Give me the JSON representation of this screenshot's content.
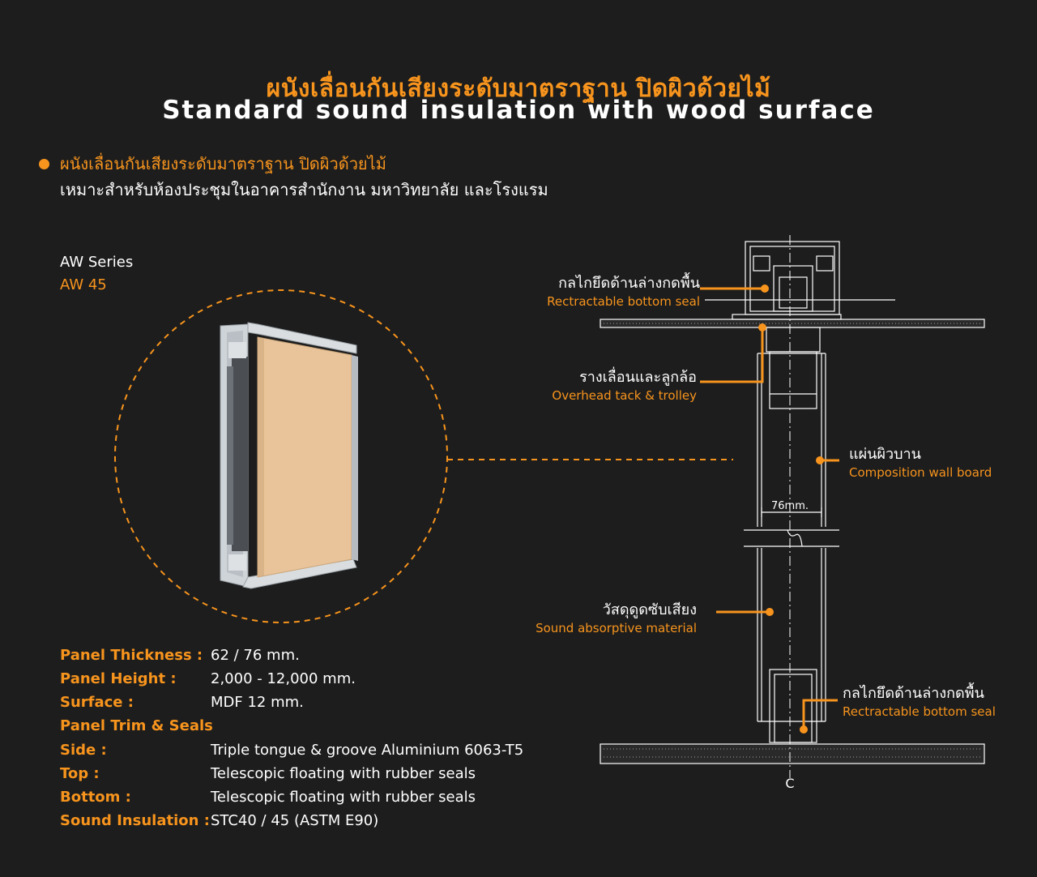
{
  "header": {
    "title_th": "ผนังเลื่อนกันเสียงระดับมาตราฐาน ปิดผิวด้วยไม้",
    "title_en": "Standard sound insulation with wood surface"
  },
  "intro": {
    "line1": "ผนังเลื่อนกันเสียงระดับมาตราฐาน ปิดผิวด้วยไม้",
    "line2": "เหมาะสำหรับห้องประชุมในอาคารสำนักงาน มหาวิทยาลัย และโรงแรม"
  },
  "product": {
    "series": "AW Series",
    "model": "AW 45"
  },
  "specs": [
    {
      "label": "Panel Thickness :",
      "value": "62 / 76 mm."
    },
    {
      "label": "Panel Height :",
      "value": "2,000 - 12,000 mm."
    },
    {
      "label": "Surface :",
      "value": "MDF 12 mm."
    },
    {
      "label": "Panel Trim & Seals",
      "value": ""
    },
    {
      "label": "Side :",
      "value": "Triple tongue & groove Aluminium 6063-T5"
    },
    {
      "label": "Top :",
      "value": "Telescopic floating with rubber seals"
    },
    {
      "label": "Bottom :",
      "value": "Telescopic floating with rubber seals"
    },
    {
      "label": "Sound Insulation :",
      "value": "STC40 / 45 (ASTM E90)"
    }
  ],
  "diagram": {
    "callouts": [
      {
        "th": "กลไกยึดด้านล่างกดพื้น",
        "en": "Rectractable bottom seal"
      },
      {
        "th": "รางเลื่อนและลูกล้อ",
        "en": "Overhead tack & trolley"
      },
      {
        "th": "แผ่นผิวบาน",
        "en": "Composition wall board"
      },
      {
        "th": "วัสดุดูดซับเสียง",
        "en": "Sound absorptive material"
      },
      {
        "th": "กลไกยึดด้านล่างกดพื้น",
        "en": "Rectractable bottom seal"
      }
    ],
    "dimension": "76mm.",
    "centerline": "C"
  },
  "colors": {
    "accent": "#f7941d",
    "background": "#1d1d1d",
    "text": "#ffffff",
    "wood": "#e9c49a"
  }
}
